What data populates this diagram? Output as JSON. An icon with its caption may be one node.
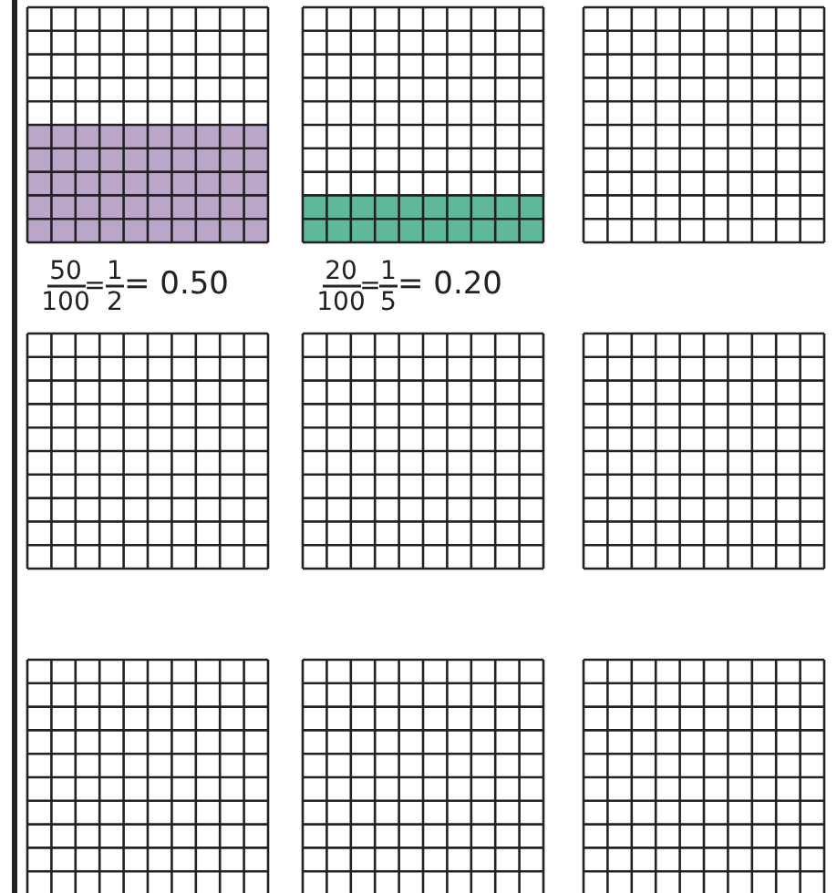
{
  "diagram": {
    "labels": [
      "50",
      "100",
      "=",
      "1",
      "2",
      "= 0.50",
      "20",
      "100",
      "=",
      "1",
      "5",
      "= 0.20"
    ]
  }
}
